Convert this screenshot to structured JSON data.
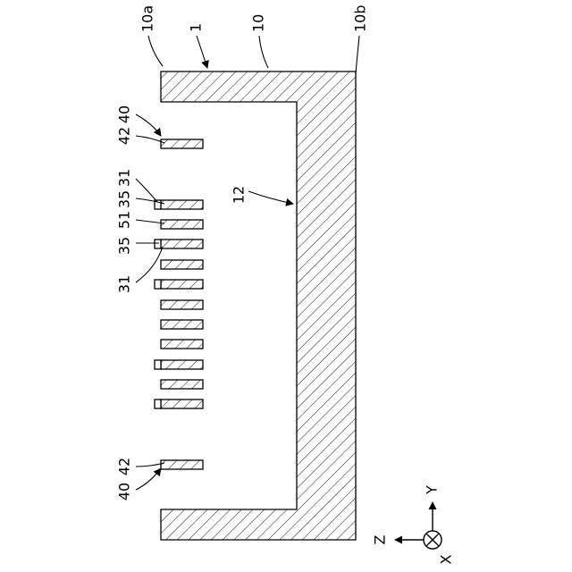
{
  "labels": {
    "ref_10a": "10a",
    "ref_1": "1",
    "ref_10": "10",
    "ref_10b": "10b",
    "ref_12": "12",
    "ref_40_top": "40",
    "ref_42_top": "42",
    "ref_31_top": "31",
    "ref_35_top": "35",
    "ref_51": "51",
    "ref_35_mid": "35",
    "ref_31_mid": "31",
    "ref_40_bottom": "40",
    "ref_42_bottom": "42"
  },
  "axes": {
    "y": "Y",
    "z": "Z",
    "x": "X"
  },
  "colors": {
    "line": "#000000",
    "background": "#ffffff"
  }
}
